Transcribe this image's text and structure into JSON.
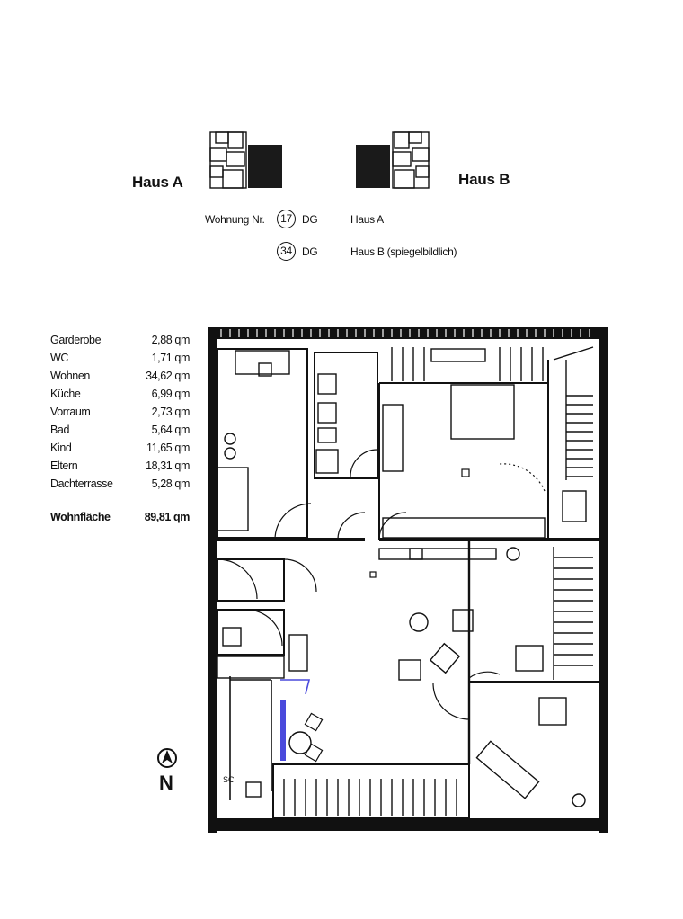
{
  "header": {
    "haus_a_label": "Haus A",
    "haus_b_label": "Haus B"
  },
  "apartment_key": [
    {
      "prefix": "Wohnung Nr.",
      "number": "17",
      "floor": "DG",
      "description": "Haus A"
    },
    {
      "prefix": "",
      "number": "34",
      "floor": "DG",
      "description": "Haus B (spiegelbildlich)"
    }
  ],
  "rooms": [
    {
      "name": "Garderobe",
      "area": "2,88 qm"
    },
    {
      "name": "WC",
      "area": "1,71 qm"
    },
    {
      "name": "Wohnen",
      "area": "34,62 qm"
    },
    {
      "name": "Küche",
      "area": "6,99 qm"
    },
    {
      "name": "Vorraum",
      "area": "2,73 qm"
    },
    {
      "name": "Bad",
      "area": "5,64 qm"
    },
    {
      "name": "Kind",
      "area": "11,65 qm"
    },
    {
      "name": "Eltern",
      "area": "18,31 qm"
    },
    {
      "name": "Dachterrasse",
      "area": "5,28 qm"
    }
  ],
  "total": {
    "name": "Wohnfläche",
    "area": "89,81 qm"
  },
  "north": {
    "letter": "N"
  },
  "plan_marks": {
    "sc": "SC"
  },
  "colors": {
    "ink": "#111111",
    "highlight": "#4a4adc",
    "paper": "#ffffff"
  }
}
